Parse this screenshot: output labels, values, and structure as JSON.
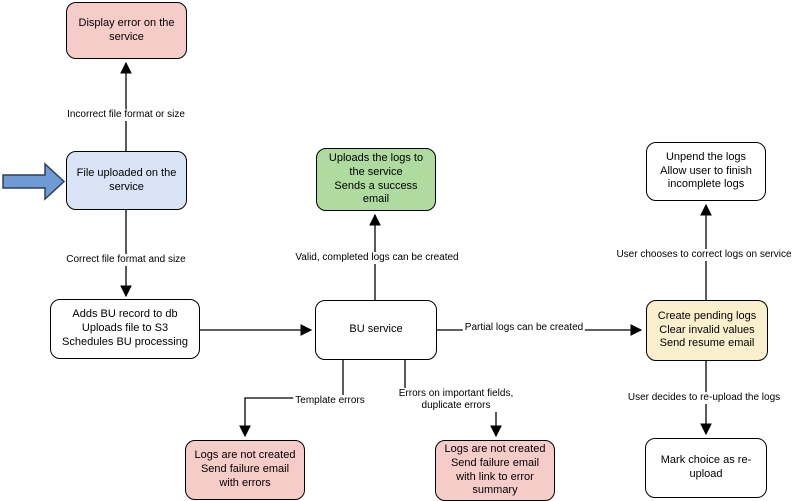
{
  "colors": {
    "node-pink": "#F6CCC9",
    "node-blue": "#D9E5F7",
    "node-green": "#AFDBA1",
    "node-yellow": "#FBF0CD",
    "node-white": "#FFFFFF",
    "node-border": "#000000",
    "line": "#000000",
    "arrow-blue-fill": "#6E9AD6",
    "arrow-blue-stroke": "#2E4057"
  },
  "nodes": {
    "display_error": {
      "label": "Display error on the\nservice"
    },
    "file_uploaded": {
      "label": "File uploaded on the\nservice"
    },
    "adds_bu_record": {
      "label": "Adds BU record to db\nUploads file to S3\nSchedules BU processing"
    },
    "bu_service": {
      "label": "BU service"
    },
    "uploads_logs": {
      "label": "Uploads the logs to\nthe service\nSends a success\nemail"
    },
    "unpend_logs": {
      "label": "Unpend the logs\nAllow user to finish\nincomplete logs"
    },
    "create_pending": {
      "label": "Create pending logs\nClear invalid values\nSend resume email"
    },
    "mark_choice": {
      "label": "Mark choice as re-\nupload"
    },
    "logs_not_created_errors": {
      "label": "Logs are not created\nSend failure email\nwith errors"
    },
    "logs_not_created_summary": {
      "label": "Logs are not created\nSend failure email\nwith link to error\nsummary"
    }
  },
  "edge_labels": {
    "incorrect_format": "Incorrect file format or size",
    "correct_format": "Correct file format and size",
    "valid_logs": "Valid, completed logs can be created",
    "partial_logs": "Partial logs can be created",
    "template_errors": "Template errors",
    "important_errors": "Errors on important fields,\nduplicate errors",
    "user_correct": "User chooses to correct logs on service",
    "user_reupload": "User decides to re-upload the logs"
  }
}
